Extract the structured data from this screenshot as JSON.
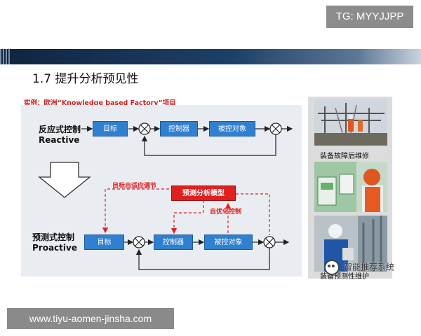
{
  "tg_badge": "TG: MYYJJPP",
  "slide": {
    "title": "1.7 提升分析预见性",
    "example": "实例：欧洲“Knowledge based Factory”项目"
  },
  "reactive": {
    "label_cn": "反应式控制",
    "label_en": "Reactive",
    "target": "目标",
    "controller": "控制器",
    "plant": "被控对象"
  },
  "proactive": {
    "label_cn": "预测式控制",
    "label_en": "Proactive",
    "target": "目标",
    "controller": "控制器",
    "plant": "被控对象",
    "model": "预测分析模型",
    "adapt": "目标自适应调节",
    "optimize": "自优化控制"
  },
  "photos": {
    "cap1": "装备故障后维修",
    "cap3": "装备预测性维护"
  },
  "watermark": "智能推荐系统",
  "url_badge": "www.tiyu-aomen-jinsha.com",
  "colors": {
    "block_blue": "#2f80d0",
    "accent_red": "#e02020",
    "band_navy": "#0f2540"
  }
}
